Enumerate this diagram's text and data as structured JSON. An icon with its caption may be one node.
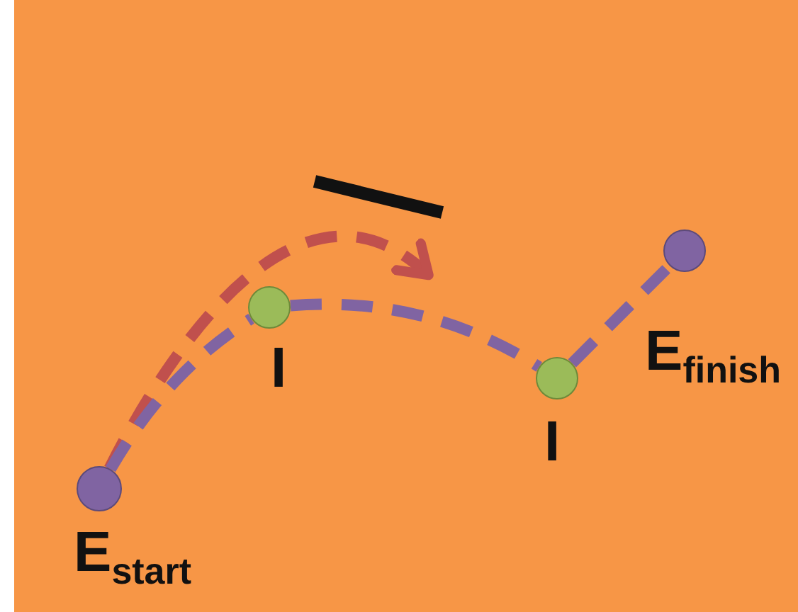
{
  "diagram": {
    "nodes": [
      {
        "text": [],
        "shape": "circle",
        "beside": [
          "E$_{start}$"
        ]
      },
      {
        "text": [],
        "shape": "circle",
        "beside": [
          "I"
        ]
      },
      {
        "text": [],
        "shape": "circle",
        "beside": [
          "I"
        ]
      },
      {
        "text": [],
        "shape": "circle",
        "beside": [
          "E$_{finish}$"
        ]
      }
    ],
    "edges": [
      {
        "from": 0,
        "to": null,
        "arrow": "to",
        "style": "dashed",
        "color": "#c0504d"
      },
      {
        "from": 0,
        "to": 1,
        "arrow": "none",
        "style": "dashed"
      },
      {
        "from": 1,
        "to": 2,
        "arrow": "none",
        "style": "dashed"
      },
      {
        "from": 2,
        "to": 3,
        "arrow": "none",
        "style": "dashed"
      }
    ]
  }
}
